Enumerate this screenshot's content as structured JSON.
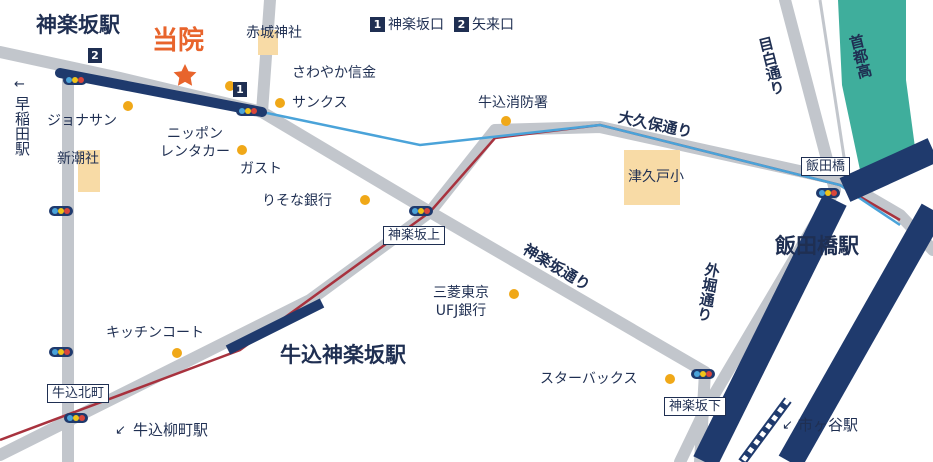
{
  "current_location": {
    "label": "当院"
  },
  "stations": {
    "kagurazaka": "神楽坂駅",
    "ushigome_kagurazaka": "牛込神楽坂駅",
    "iidabashi": "飯田橋駅",
    "wasedaa": "早稲田駅",
    "ushigome_yanagicho": "牛込柳町駅",
    "ichigaya": "市ヶ谷駅"
  },
  "station_arrows": {
    "wasedaa": "←",
    "ushigome_yanagicho": "↙",
    "ichigaya": "↙"
  },
  "legend": [
    {
      "num": "1",
      "label": "神楽坂口"
    },
    {
      "num": "2",
      "label": "矢来口"
    }
  ],
  "exit_badges": {
    "exit1": "1",
    "exit2": "2"
  },
  "intersections": {
    "iidabashi": "飯田橋",
    "kagurazakaue": "神楽坂上",
    "ushigome_kitamachi": "牛込北町",
    "kagurazakashita": "神楽坂下"
  },
  "roads": {
    "okubo": "大久保通り",
    "kagurazaka": "神楽坂通り",
    "mejiro": "目白通り",
    "sotobori": "外堀通り",
    "shutoko": "首都高"
  },
  "landmarks": {
    "akagi_shrine": "赤城神社",
    "sawayaka": "さわやか信金",
    "sunkus": "サンクス",
    "jonathan": "ジョナサン",
    "nippon_rentacar": "ニッポン\nレンタカー",
    "gusto": "ガスト",
    "shinchosha": "新潮社",
    "resona": "りそな銀行",
    "fire_station": "牛込消防署",
    "tsukudo_school": "津久戸小",
    "mufg": "三菱東京\nUFJ銀行",
    "kitchen_court": "キッチンコート",
    "starbucks": "スターバックス"
  },
  "colors": {
    "road": "#c2c6cc",
    "subway_blue": "#1f3a6d",
    "oedo_red": "#a8323e",
    "tozai_blue": "#4aa3d9",
    "expressway": "#3fae9c",
    "building": "#f8dba6",
    "poi_dot": "#f0a818",
    "current": "#e8642c",
    "text": "#1f2f52"
  },
  "icons": [
    "traffic-signal-icon",
    "current-location-star-icon",
    "poi-dot-icon"
  ]
}
